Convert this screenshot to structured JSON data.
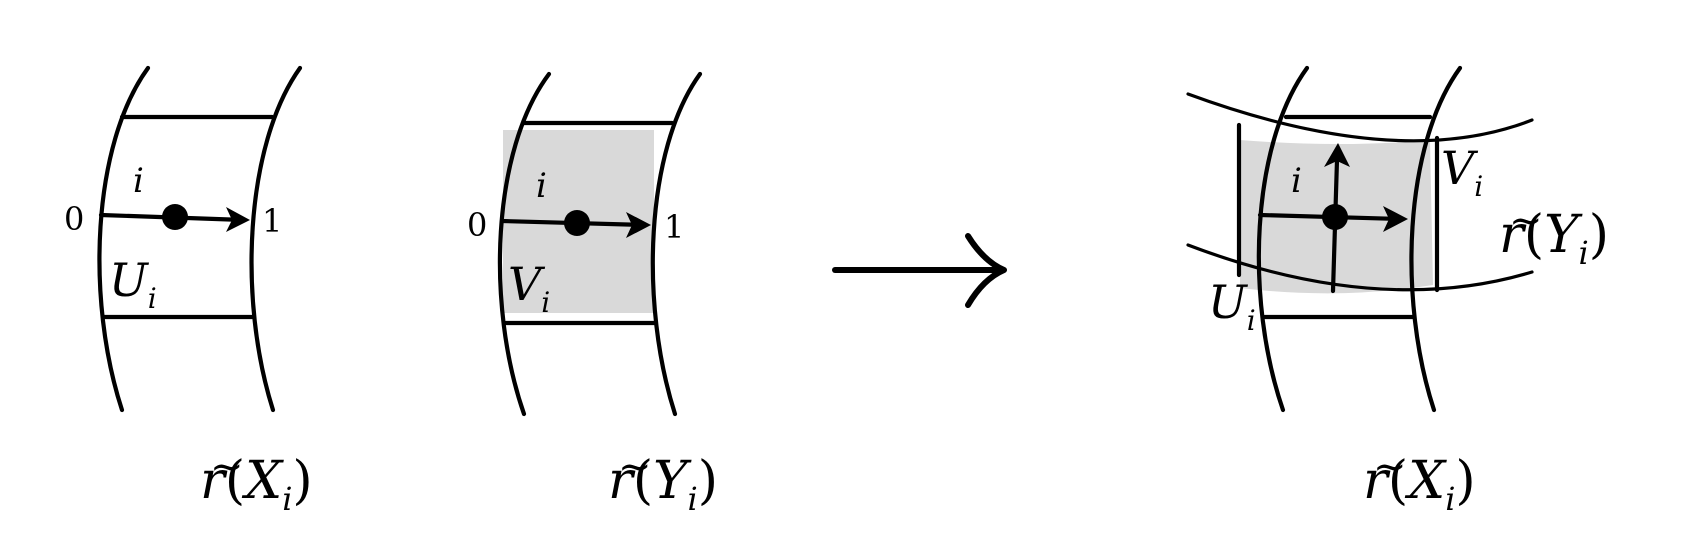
{
  "panel_left": {
    "label_zero": "0",
    "label_one": "1",
    "label_i": "i",
    "region_label": {
      "base": "U",
      "sub": "i"
    },
    "caption": {
      "tilde": "~",
      "r": "r",
      "open": "(",
      "base": "X",
      "sub": "i",
      "close": ")"
    }
  },
  "panel_middle": {
    "label_zero": "0",
    "label_one": "1",
    "label_i": "i",
    "region_label": {
      "base": "V",
      "sub": "i"
    },
    "caption": {
      "tilde": "~",
      "r": "r",
      "open": "(",
      "base": "Y",
      "sub": "i",
      "close": ")"
    }
  },
  "panel_right": {
    "label_i": "i",
    "region_label_u": {
      "base": "U",
      "sub": "i"
    },
    "region_label_v": {
      "base": "V",
      "sub": "i"
    },
    "side_caption": {
      "tilde": "~",
      "r": "r",
      "open": "(",
      "base": "Y",
      "sub": "i",
      "close": ")"
    },
    "caption": {
      "tilde": "~",
      "r": "r",
      "open": "(",
      "base": "X",
      "sub": "i",
      "close": ")"
    }
  },
  "colors": {
    "shade": "#d9d9d9",
    "ink": "#000000"
  }
}
